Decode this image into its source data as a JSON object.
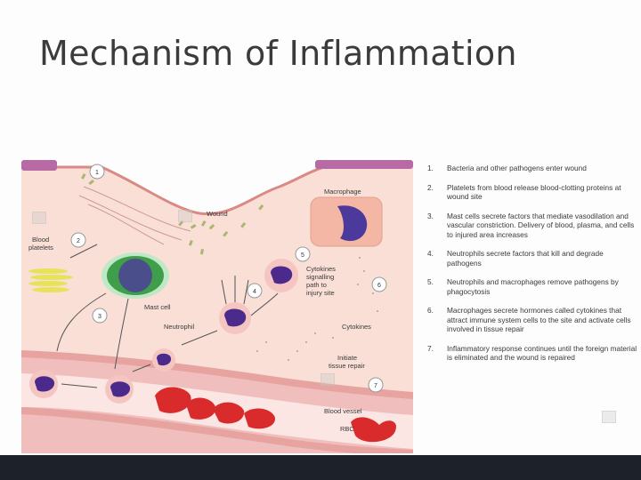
{
  "slide": {
    "title": "Mechanism of Inflammation",
    "diagram": {
      "labels": {
        "wound": "Wound",
        "macrophage": "Macrophage",
        "blood_platelets_1": "Blood",
        "blood_platelets_2": "platelets",
        "mast_cell": "Mast cell",
        "neutrophil": "Neutrophil",
        "cytokines_path_1": "Cytokines",
        "cytokines_path_2": "signalling",
        "cytokines_path_3": "path to",
        "cytokines_path_4": "injury site",
        "cytokines": "Cytokines",
        "tissue_repair_1": "Initiate",
        "tissue_repair_2": "tissue repair",
        "blood_vessel": "Blood vessel",
        "rbc": "RBC"
      },
      "step_markers": [
        "1",
        "2",
        "3",
        "4",
        "5",
        "6",
        "7"
      ]
    },
    "steps": [
      {
        "number": "1.",
        "text": "Bacteria and other pathogens enter wound"
      },
      {
        "number": "2.",
        "text": "Platelets from blood release blood-clotting proteins at wound site"
      },
      {
        "number": "3.",
        "text": "Mast cells secrete factors that mediate vasodilation and vascular constriction. Delivery of blood, plasma, and cells to injured area increases"
      },
      {
        "number": "4.",
        "text": "Neutrophils secrete factors that kill and degrade pathogens"
      },
      {
        "number": "5.",
        "text": "Neutrophils and macrophages remove pathogens by phagocytosis"
      },
      {
        "number": "6.",
        "text": "Macrophages secrete hormones called cytokines that attract immune system cells to the site and activate cells involved in tissue repair"
      },
      {
        "number": "7.",
        "text": "Inflammatory response continues until the foreign material is eliminated and the wound is repaired"
      }
    ]
  },
  "colors": {
    "tissue": "#f9dfd6",
    "skin_edge": "#d98a84",
    "vessel": "#e6a3a0",
    "rbc": "#d92b2b",
    "nucleus": "#4b2a8c",
    "mast_cell_granules": "#3f9e4a",
    "platelets": "#e6e35a",
    "bottom_bar": "#1d222a"
  }
}
